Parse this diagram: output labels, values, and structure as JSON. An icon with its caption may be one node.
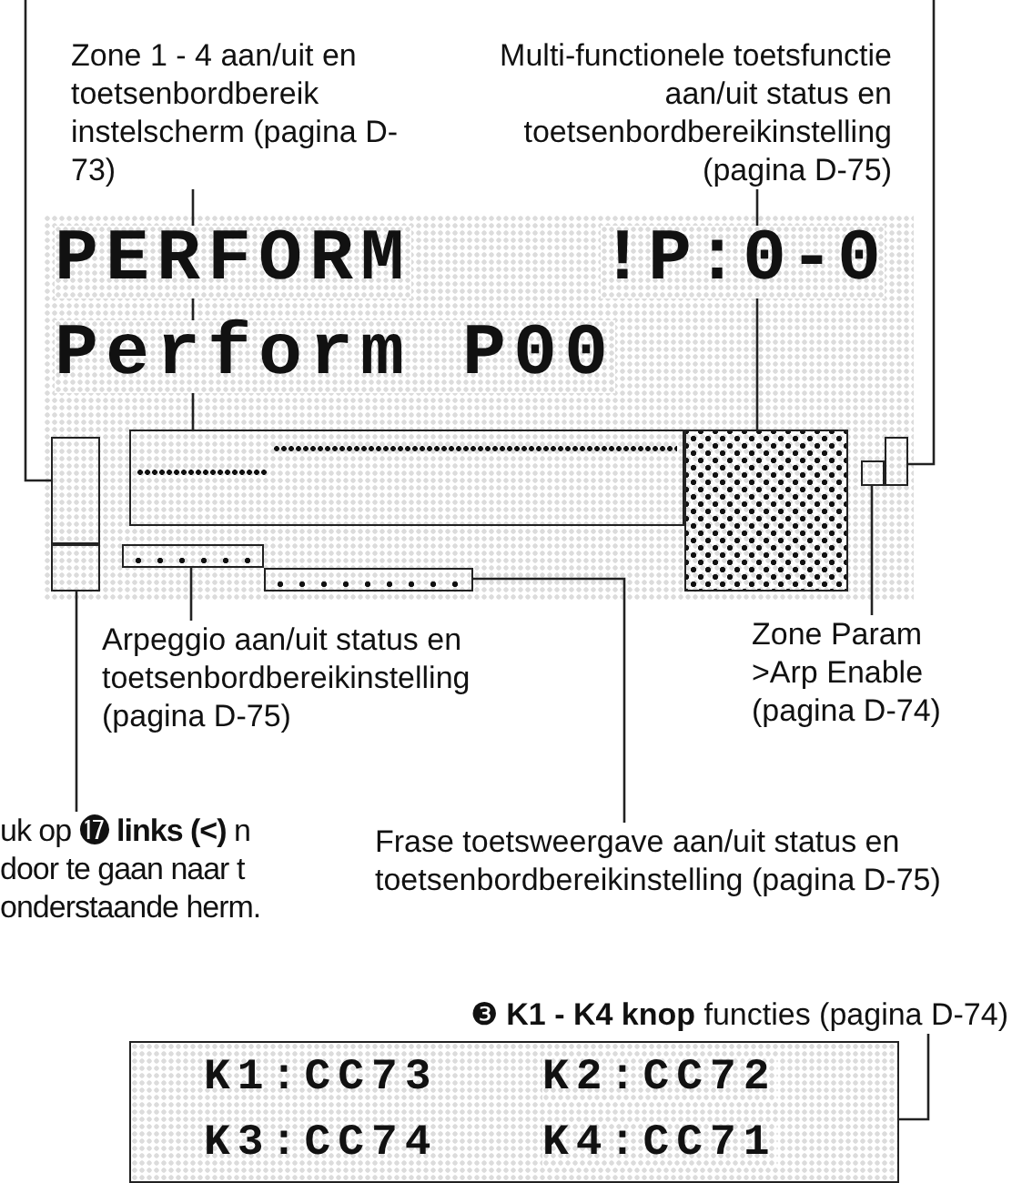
{
  "diagram": {
    "nodes": [
      {
        "text": [
          "Zone 1 - 4 aan/uit en toetsenbordbereik instelscherm (pagina D-73)"
        ]
      },
      {
        "text": [
          "Multi-functionele toetsfunctie aan/uit status en toetsenbordbereikinstelling (pagina D-75)"
        ]
      },
      {
        "text": [],
        "shape": "box"
      },
      {
        "text": [],
        "shape": "box",
        "in": 2
      },
      {
        "text": [],
        "shape": "box",
        "in": 2
      },
      {
        "text": [],
        "shape": "box",
        "in": 2
      },
      {
        "text": [],
        "shape": "box",
        "in": 2
      },
      {
        "text": [],
        "shape": "box",
        "in": 2
      },
      {
        "text": [],
        "shape": "box",
        "in": 2
      },
      {
        "text": [],
        "shape": "box",
        "in": 2
      },
      {
        "text": [],
        "shape": "box",
        "in": 2
      },
      {
        "text": [
          "Arpeggio aan/uit status en toetsenbordbereikinstelling (pagina D-75)"
        ]
      },
      {
        "text": [
          "Zone Param >Arp Enable (pagina D-74)"
        ]
      },
      {
        "text": [
          "uk op ⓱ **links (<)** n door te gaan naar t onderstaande herm."
        ]
      },
      {
        "text": [
          "Frase toetsweergave aan/uit status en toetsenbordbereikinstelling (pagina D-75)"
        ]
      },
      {
        "text": [
          "❸ **K1 - K4 knop** functies (pagina D-74)"
        ]
      },
      {
        "text": [],
        "shape": "box"
      }
    ],
    "edges": [
      {
        "from": 0,
        "to": 4,
        "arrow": "none"
      },
      {
        "from": 1,
        "to": 5,
        "arrow": "none"
      },
      {
        "from": null,
        "to": 3,
        "arrow": "none"
      },
      {
        "from": null,
        "to": 6,
        "arrow": "none"
      },
      {
        "from": 11,
        "to": 9,
        "arrow": "none"
      },
      {
        "from": 12,
        "to": 7,
        "arrow": "none"
      },
      {
        "from": 13,
        "to": 8,
        "arrow": "none"
      },
      {
        "from": 14,
        "to": 10,
        "arrow": "none"
      },
      {
        "from": 15,
        "to": 16,
        "arrow": "none"
      }
    ],
    "labels": [
      "PERFORM",
      "!P:0-0",
      "Perform P00",
      "K1:CC73",
      "K2:CC72",
      "K3:CC74",
      "K4:CC71"
    ]
  }
}
